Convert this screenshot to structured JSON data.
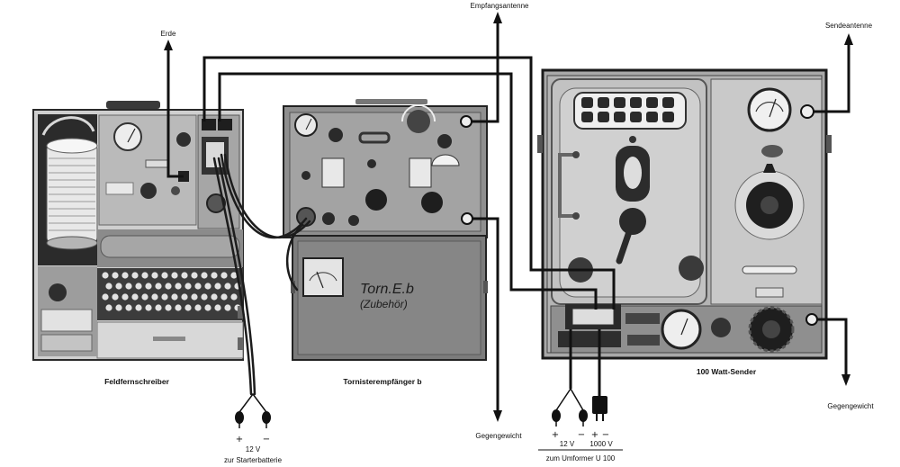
{
  "labels": {
    "receive_antenna": "Empfangsantenne",
    "earth": "Erde",
    "transmit_antenna": "Sendeantenne",
    "teleprinter": "Feldfernschreiber",
    "receiver": "Tornisterempfänger b",
    "transmitter": "100 Watt-Sender",
    "counterpoise_receiver": "Gegengewicht",
    "counterpoise_transmitter": "Gegengewicht"
  },
  "accessory_box": {
    "line1": "Torn.E.b",
    "line2": "(Zubehör)"
  },
  "battery": {
    "plus": "+",
    "minus": "−",
    "voltage": "12 V",
    "caption": "zur Starterbatterie"
  },
  "converter": {
    "low_plus": "+",
    "low_minus": "−",
    "low_voltage": "12 V",
    "high_plus": "+",
    "high_minus": "−",
    "high_voltage": "1000 V",
    "caption": "zum Umformer  U 100"
  }
}
